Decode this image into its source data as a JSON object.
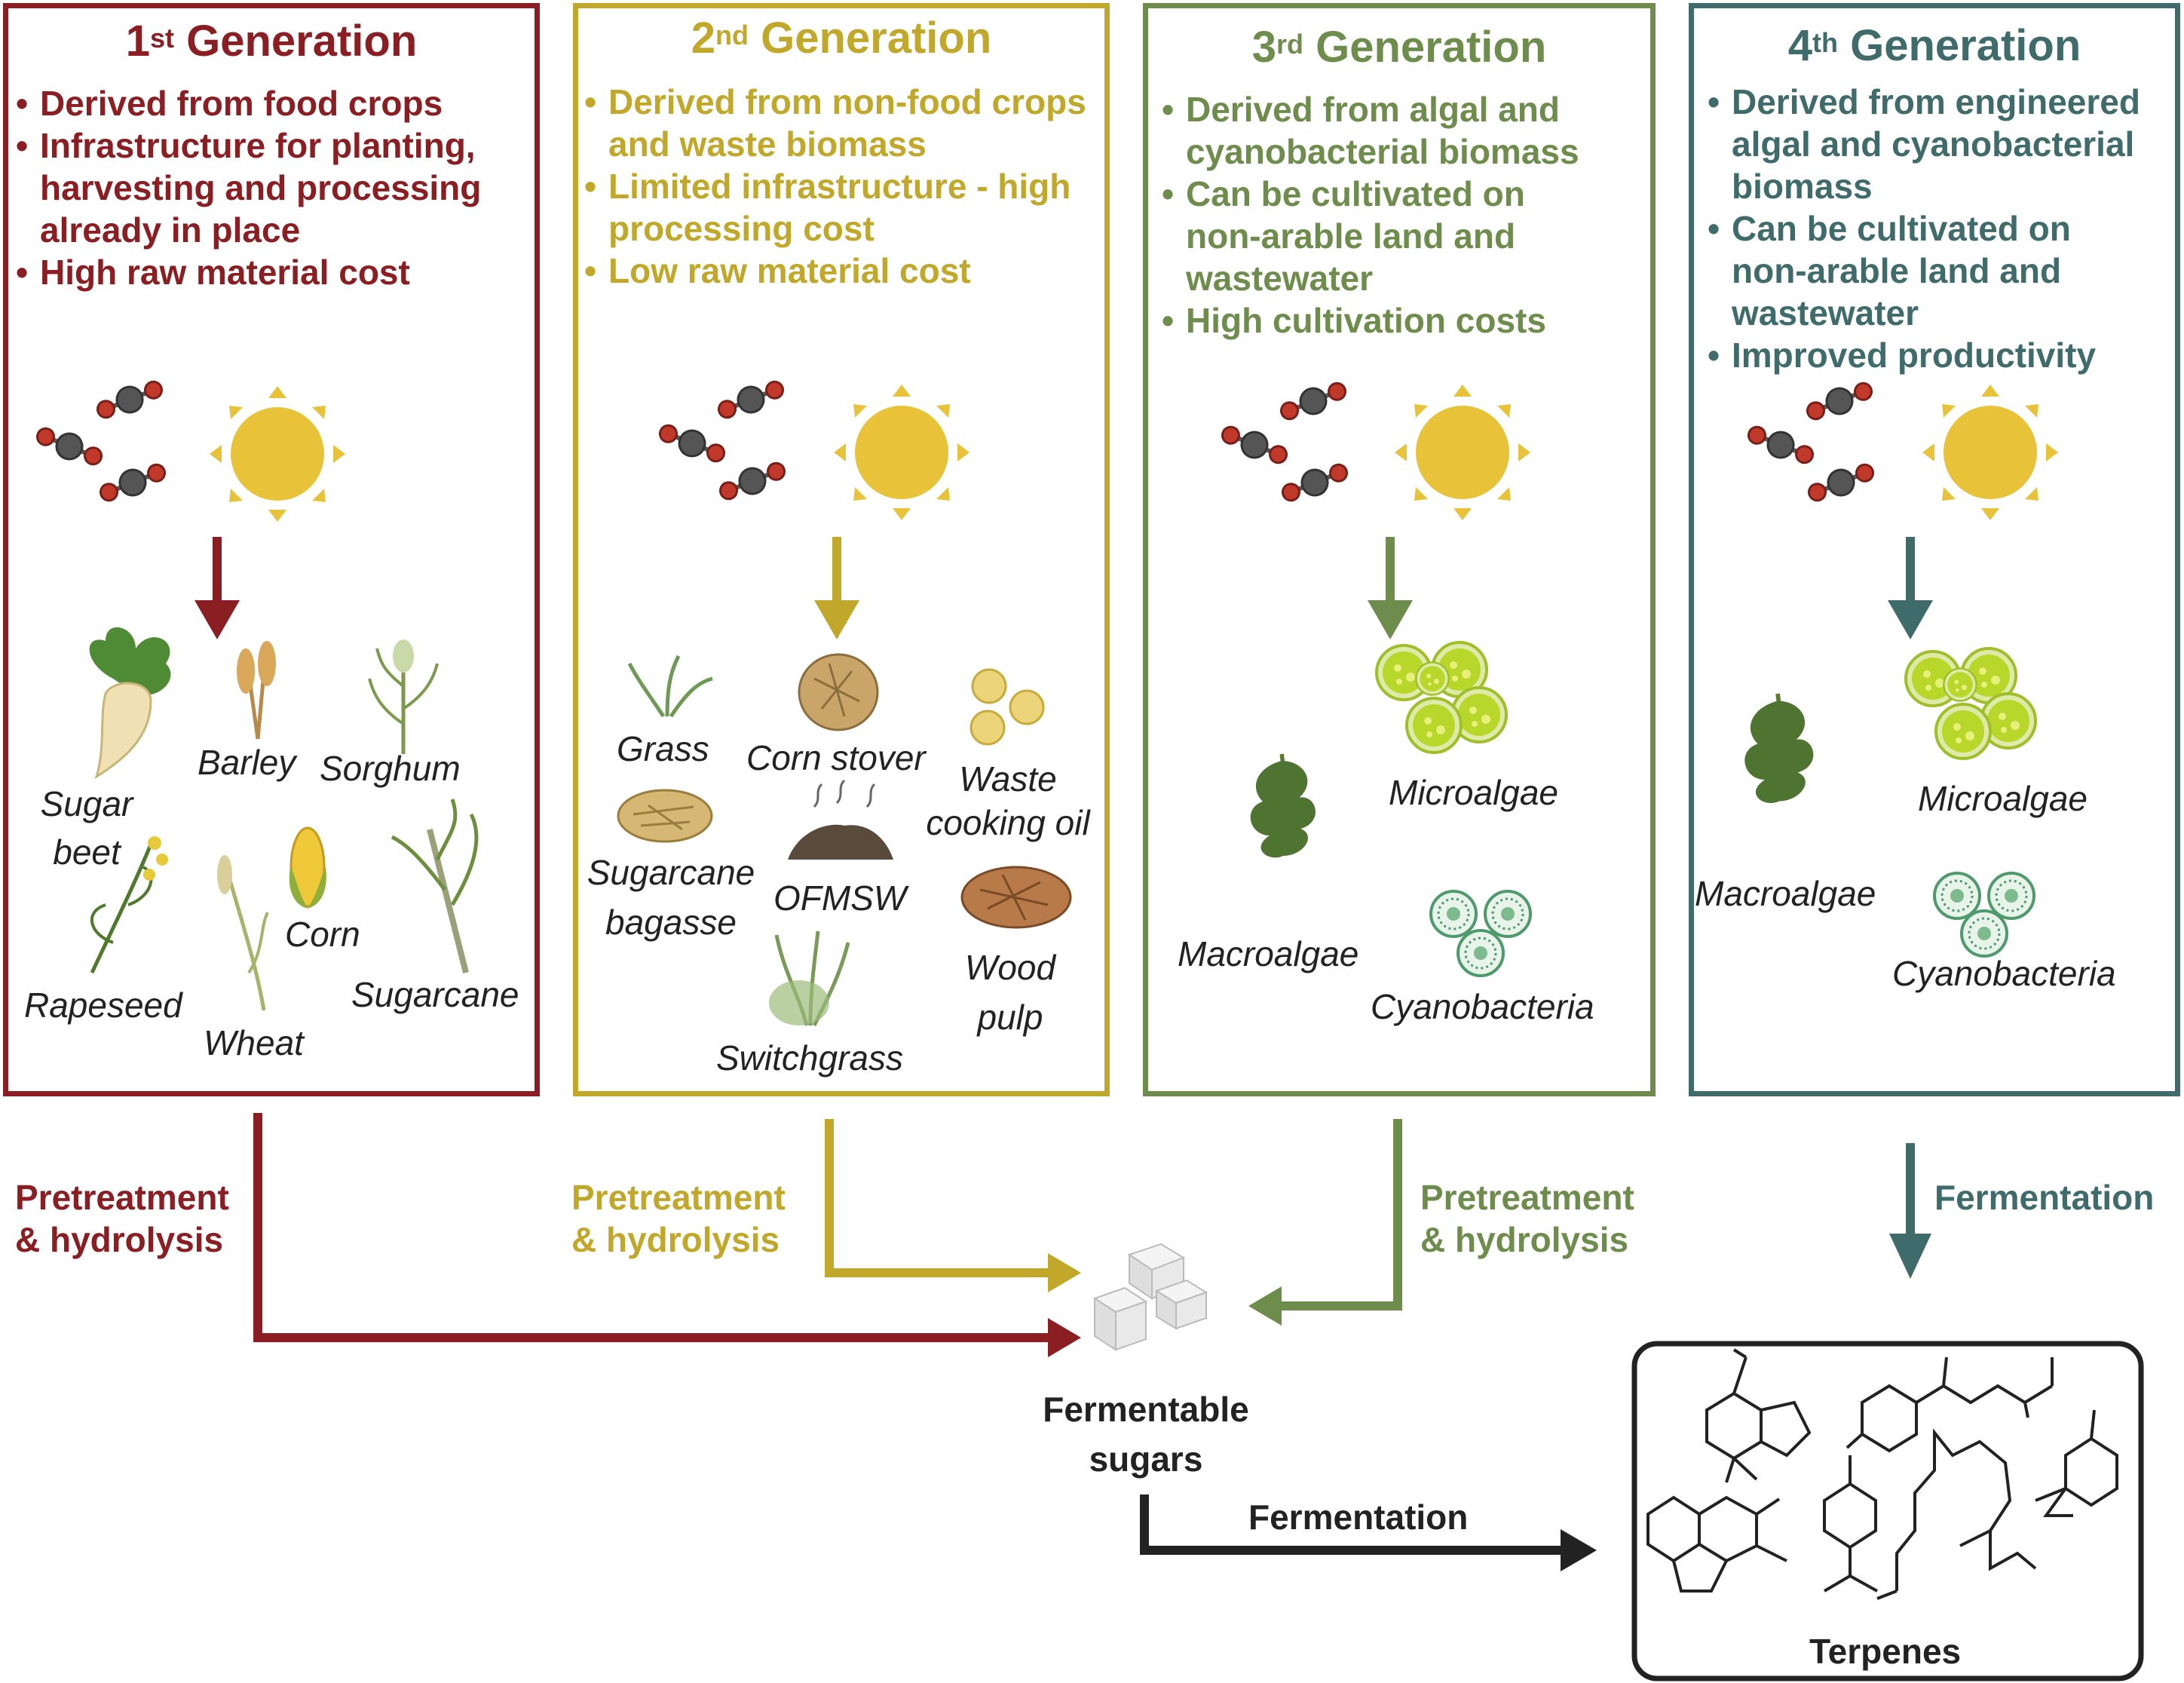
{
  "colors": {
    "gen1": "#8b1e22",
    "gen2": "#c2a82a",
    "gen3": "#6e8d4c",
    "gen4": "#3f6b6b",
    "black": "#222222"
  },
  "generations": [
    {
      "ordinal": "1",
      "suffix": "st",
      "word": "Generation",
      "bullets": [
        "Derived from food crops",
        "Infrastructure for planting, harvesting and processing already in place",
        "High raw material cost"
      ],
      "crops": [
        "Sugar beet",
        "Barley",
        "Sorghum",
        "Rapeseed",
        "Wheat",
        "Corn",
        "Sugarcane"
      ]
    },
    {
      "ordinal": "2",
      "suffix": "nd",
      "word": "Generation",
      "bullets": [
        "Derived from non-food crops and waste biomass",
        "Limited infrastructure - high processing cost",
        "Low raw material cost"
      ],
      "crops": [
        "Grass",
        "Corn stover",
        "Waste cooking oil",
        "Sugarcane bagasse",
        "OFMSW",
        "Wood pulp",
        "Switchgrass"
      ]
    },
    {
      "ordinal": "3",
      "suffix": "rd",
      "word": "Generation",
      "bullets": [
        "Derived from algal and cyanobacterial biomass",
        "Can be cultivated on non-arable land and wastewater",
        "High cultivation costs"
      ],
      "crops": [
        "Microalgae",
        "Macroalgae",
        "Cyanobacteria"
      ]
    },
    {
      "ordinal": "4",
      "suffix": "th",
      "word": "Generation",
      "bullets": [
        "Derived from engineered algal and cyanobacterial biomass",
        "Can be cultivated on non-arable land and wastewater",
        "Improved productivity"
      ],
      "crops": [
        "Microalgae",
        "Macroalgae",
        "Cyanobacteria"
      ]
    }
  ],
  "flows": {
    "gen1_label": "Pretreatment & hydrolysis",
    "gen2_label": "Pretreatment & hydrolysis",
    "gen3_label": "Pretreatment & hydrolysis",
    "gen4_label": "Fermentation",
    "sugars_label": "Fermentable sugars",
    "fermentation_label": "Fermentation",
    "terpenes_label": "Terpenes"
  },
  "icons": [
    "co2-molecule-icon",
    "sun-icon",
    "sugar-cube-icon",
    "terpene-structure-icon"
  ]
}
